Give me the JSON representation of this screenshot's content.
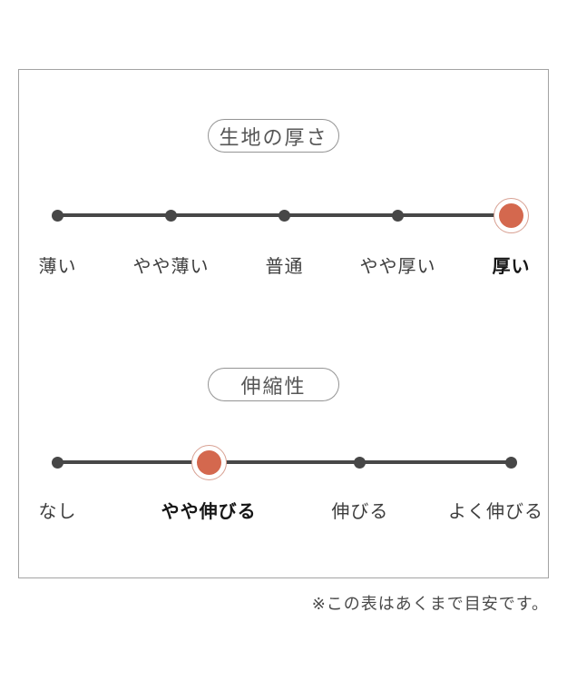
{
  "note": "※この表はあくまで目安です。",
  "colors": {
    "track": "#474747",
    "dot": "#474747",
    "selected_fill": "#d4684e",
    "selected_ring": "#d8a193",
    "box_border": "#a3a3a3",
    "pill_border": "#949494",
    "pill_text": "#565656",
    "label_text": "#3d3d3d",
    "selected_label_text": "#161616",
    "note_text": "#4a4a4a"
  },
  "chart_data": [
    {
      "type": "scale",
      "title": "生地の厚さ",
      "categories": [
        "薄い",
        "やや薄い",
        "普通",
        "やや厚い",
        "厚い"
      ],
      "selected_index": 4,
      "selected_label": "厚い",
      "num_levels": 5
    },
    {
      "type": "scale",
      "title": "伸縮性",
      "categories": [
        "なし",
        "やや伸びる",
        "伸びる",
        "よく伸びる"
      ],
      "selected_index": 1,
      "selected_label": "やや伸びる",
      "num_levels": 4
    }
  ]
}
